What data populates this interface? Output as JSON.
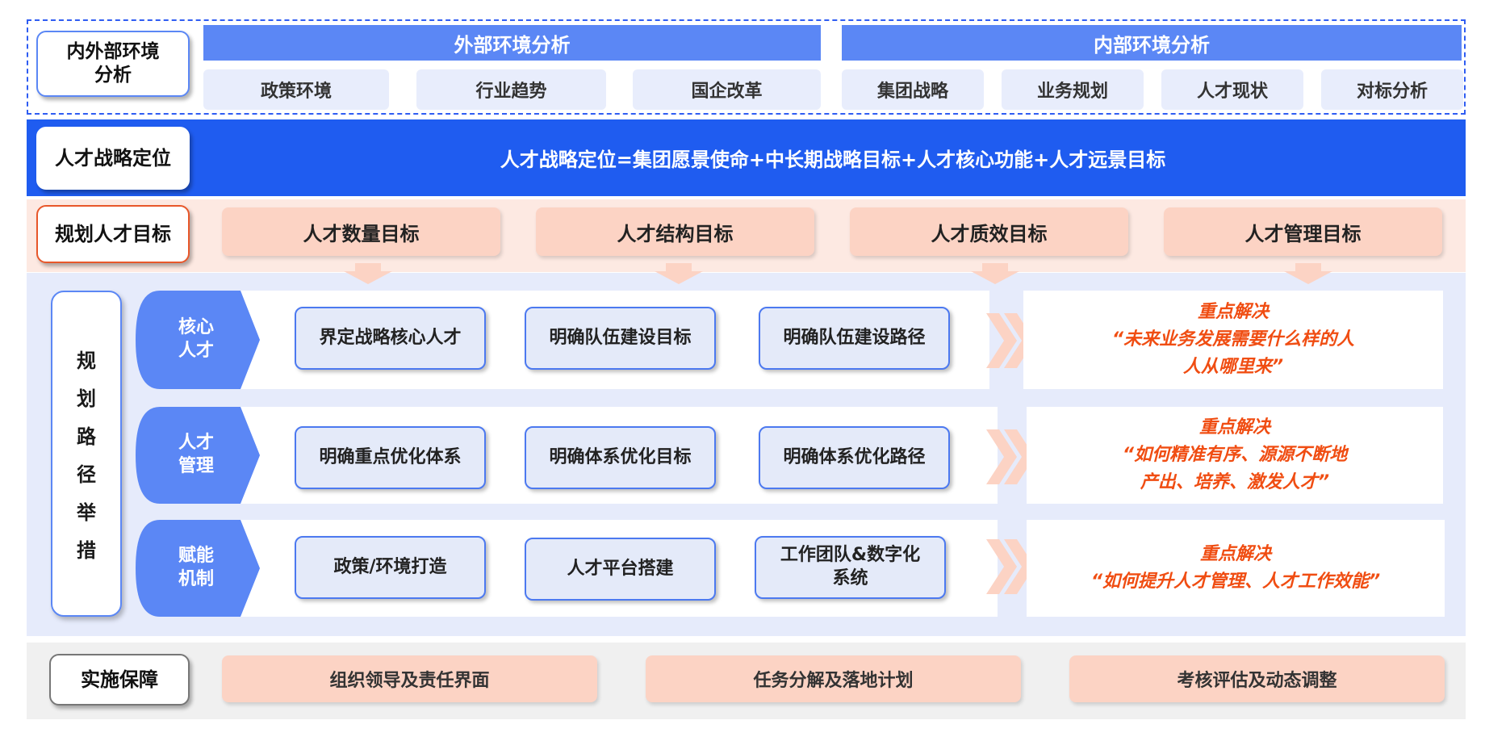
{
  "env": {
    "label": "内外部环境\n分析",
    "external_title": "外部环境分析",
    "internal_title": "内部环境分析",
    "external_items": [
      "政策环境",
      "行业趋势",
      "国企改革"
    ],
    "internal_items": [
      "集团战略",
      "业务规划",
      "人才现状",
      "对标分析"
    ]
  },
  "strategy": {
    "label": "人才战略定位",
    "formula": "人才战略定位=集团愿景使命+中长期战略目标+人才核心功能+人才远景目标"
  },
  "targets": {
    "label": "规划人才目标",
    "items": [
      "人才数量目标",
      "人才结构目标",
      "人才质效目标",
      "人才管理目标"
    ]
  },
  "path": {
    "label_chars": [
      "规",
      "划",
      "路",
      "径",
      "举",
      "措"
    ],
    "rows": [
      {
        "category": "核心\n人才",
        "steps": [
          "界定战略核心人才",
          "明确队伍建设目标",
          "明确队伍建设路径"
        ],
        "solve": [
          "重点解决",
          "“未来业务发展需要什么样的人",
          "人从哪里来”"
        ]
      },
      {
        "category": "人才\n管理",
        "steps": [
          "明确重点优化体系",
          "明确体系优化目标",
          "明确体系优化路径"
        ],
        "solve": [
          "重点解决",
          "“如何精准有序、源源不断地",
          "产出、培养、激发人才”"
        ]
      },
      {
        "category": "赋能\n机制",
        "steps": [
          "政策/环境打造",
          "人才平台搭建",
          "工作团队&数字化\n系统"
        ],
        "solve": [
          "重点解决",
          "“如何提升人才管理、人才工作效能”"
        ]
      }
    ]
  },
  "guarantee": {
    "label": "实施保障",
    "items": [
      "组织领导及责任界面",
      "任务分解及落地计划",
      "考核评估及动态调整"
    ]
  },
  "colors": {
    "primary_blue": "#1f5cf0",
    "light_blue": "#5b87f5",
    "orange_text": "#f04d12",
    "salmon": "#fcd3c4"
  }
}
